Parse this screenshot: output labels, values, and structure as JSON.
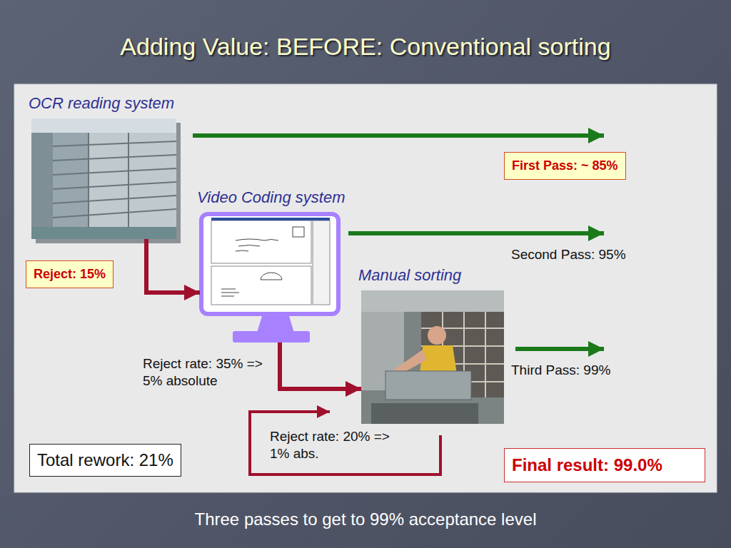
{
  "diagram": {
    "title": "Adding Value: BEFORE: Conventional sorting",
    "caption": "Three passes to get to 99% acceptance level",
    "nodes": [
      {
        "text": [
          "OCR reading system"
        ]
      },
      {
        "text": [
          "First Pass: ~ 85%"
        ]
      },
      {
        "text": [
          "Video Coding system"
        ]
      },
      {
        "text": [
          "Reject: 15%"
        ]
      },
      {
        "text": [
          "Manual sorting"
        ]
      },
      {
        "text": [
          "Total rework: 21%"
        ]
      },
      {
        "text": [
          "Final result: 99.0%"
        ]
      }
    ],
    "edges": [
      {
        "from": 0,
        "to": 2,
        "arrow": "to"
      },
      {
        "from": 2,
        "to": 4,
        "arrow": "to"
      }
    ],
    "labels": [
      "Second Pass: 95%",
      "Reject rate: 35% => 5% absolute",
      "Third Pass: 99%",
      "Reject rate: 20% => 1% abs."
    ]
  }
}
